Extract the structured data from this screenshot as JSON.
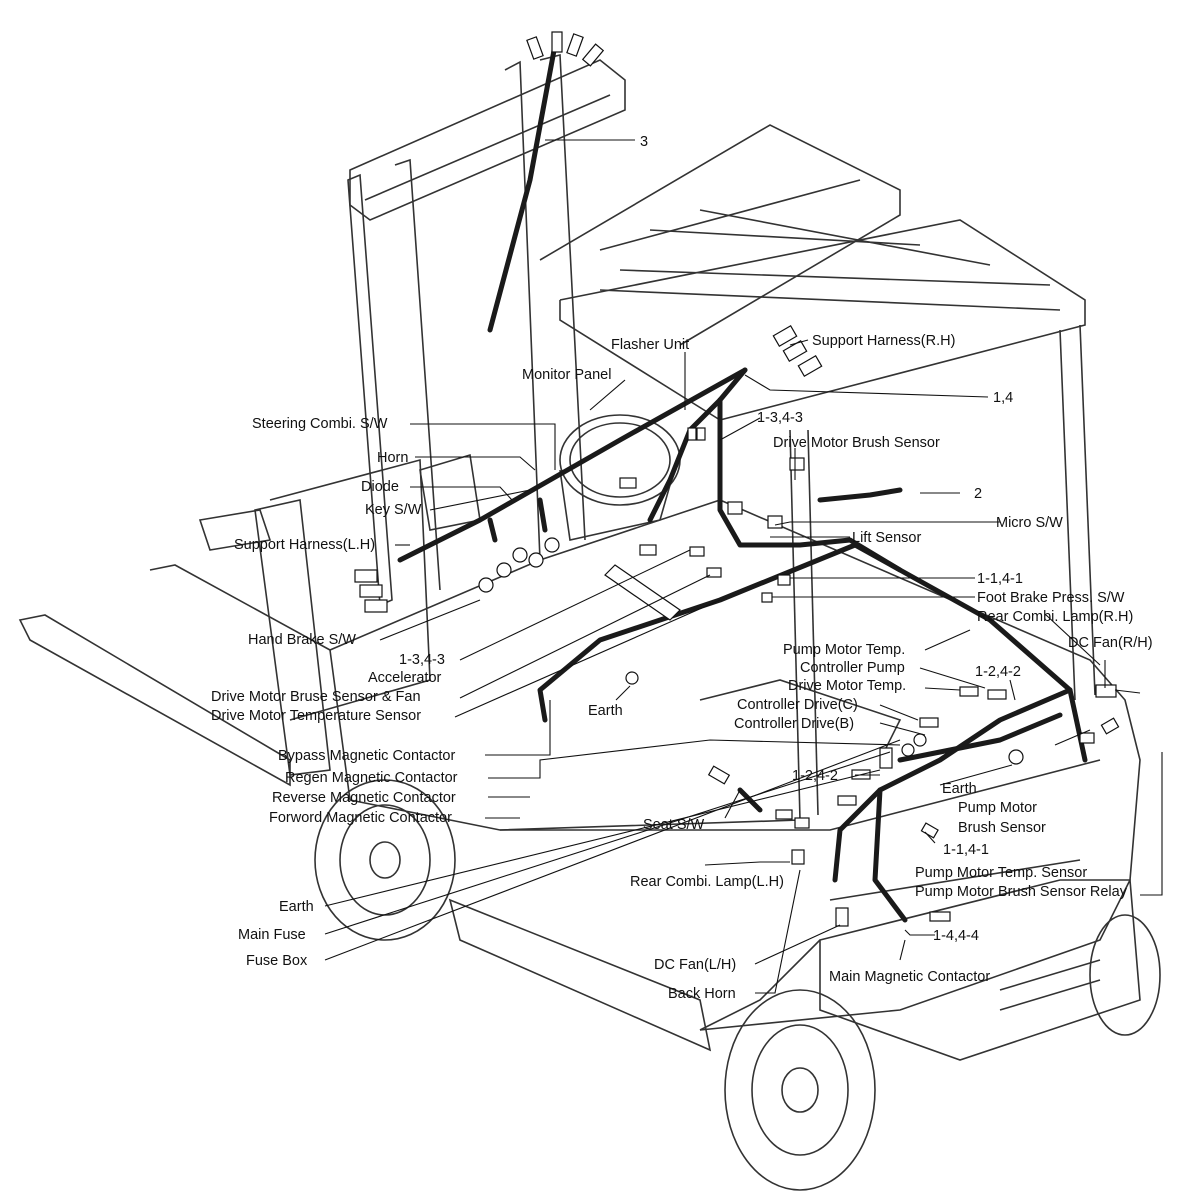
{
  "diagram": {
    "labels": {
      "l3": "3",
      "flasher_unit": "Flasher Unit",
      "support_harness_rh": "Support Harness(R.H)",
      "monitor_panel": "Monitor Panel",
      "l14": "1,4",
      "steering_combi": "Steering Combi. S/W",
      "l1343_top": "1-3,4-3",
      "drive_motor_brush_sensor": "Drive Motor Brush Sensor",
      "horn": "Horn",
      "diode": "Diode",
      "key_sw": "Key S/W",
      "l2": "2",
      "micro_sw": "Micro S/W",
      "support_harness_lh": "Support Harness(L.H)",
      "lift_sensor": "Lift Sensor",
      "l1141_top": "1-1,4-1",
      "foot_brake": "Foot Brake Press. S/W",
      "rear_combi_rh": "Rear Combi. Lamp(R.H)",
      "hand_brake": "Hand Brake S/W",
      "dc_fan_rh": "DC Fan(R/H)",
      "pump_motor_temp": "Pump Motor Temp.",
      "l1343_bottom": "1-3,4-3",
      "accelerator": "Accelerator",
      "controller_pump": "Controller Pump",
      "l1242_right": "1-2,4-2",
      "drive_motor_bruse_fan": "Drive Motor Bruse Sensor & Fan",
      "drive_motor_temp": "Drive Motor Temp.",
      "drive_motor_temp_sensor": "Drive Motor Temperature Sensor",
      "earth_mid": "Earth",
      "controller_drive_c": "Controller Drive(C)",
      "controller_drive_b": "Controller Drive(B)",
      "bypass": "Bypass Magnetic Contactor",
      "regen": "Regen Magnetic Contactor",
      "l1242_mid": "1-2,4-2",
      "earth_right": "Earth",
      "reverse": "Reverse Magnetic Contactor",
      "pump_motor": "Pump Motor",
      "forword": "Forword Magnetic Contactor",
      "seat_sw": "Seat S/W",
      "brush_sensor": "Brush Sensor",
      "l1141_bottom": "1-1,4-1",
      "pump_motor_temp_sensor": "Pump Motor Temp. Sensor",
      "rear_combi_lh": "Rear Combi. Lamp(L.H)",
      "pump_motor_brush_relay": "Pump Motor Brush Sensor Relay",
      "earth_left": "Earth",
      "l1444": "1-4,4-4",
      "main_fuse": "Main Fuse",
      "dc_fan_lh": "DC Fan(L/H)",
      "fuse_box": "Fuse Box",
      "main_magnetic": "Main Magnetic Contactor",
      "back_horn": "Back Horn"
    }
  }
}
